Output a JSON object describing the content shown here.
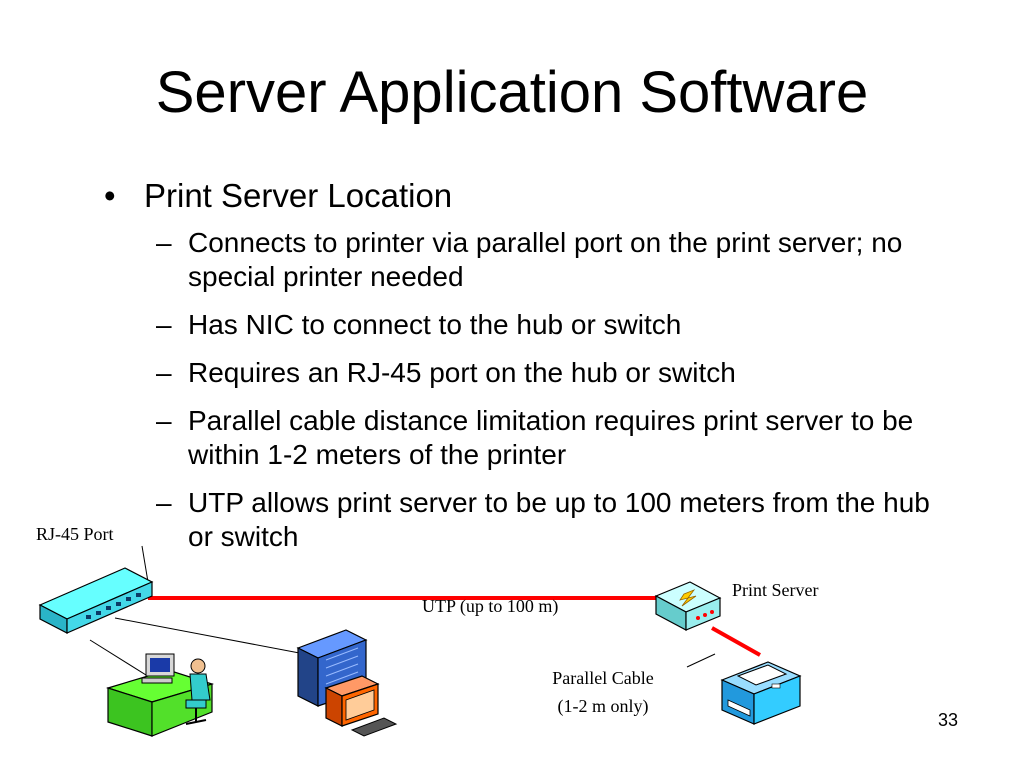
{
  "slide": {
    "title": "Server Application Software",
    "bullet": {
      "marker": "•",
      "text": "Print Server Location",
      "sub_marker": "–",
      "items": [
        "Connects to printer via parallel port on the print server; no special printer needed",
        "Has NIC to connect to the hub or switch",
        "Requires an RJ-45 port on the hub or switch",
        "Parallel cable distance limitation requires print server to be within 1-2 meters of the printer",
        "UTP allows print server to be up to 100 meters from the hub or switch"
      ]
    },
    "page_number": "33"
  },
  "diagram": {
    "labels": {
      "rj45_port": "RJ-45 Port",
      "print_server": "Print Server",
      "utp": "UTP (up to 100 m)",
      "parallel_cable_line1": "Parallel Cable",
      "parallel_cable_line2": "(1-2 m only)"
    },
    "colors": {
      "cable": "#ff0000",
      "hub": "#66ffff",
      "desk": "#66ff33",
      "server_tower": "#3366cc",
      "monitor": "#ff6600",
      "printer": "#33ccff"
    }
  }
}
